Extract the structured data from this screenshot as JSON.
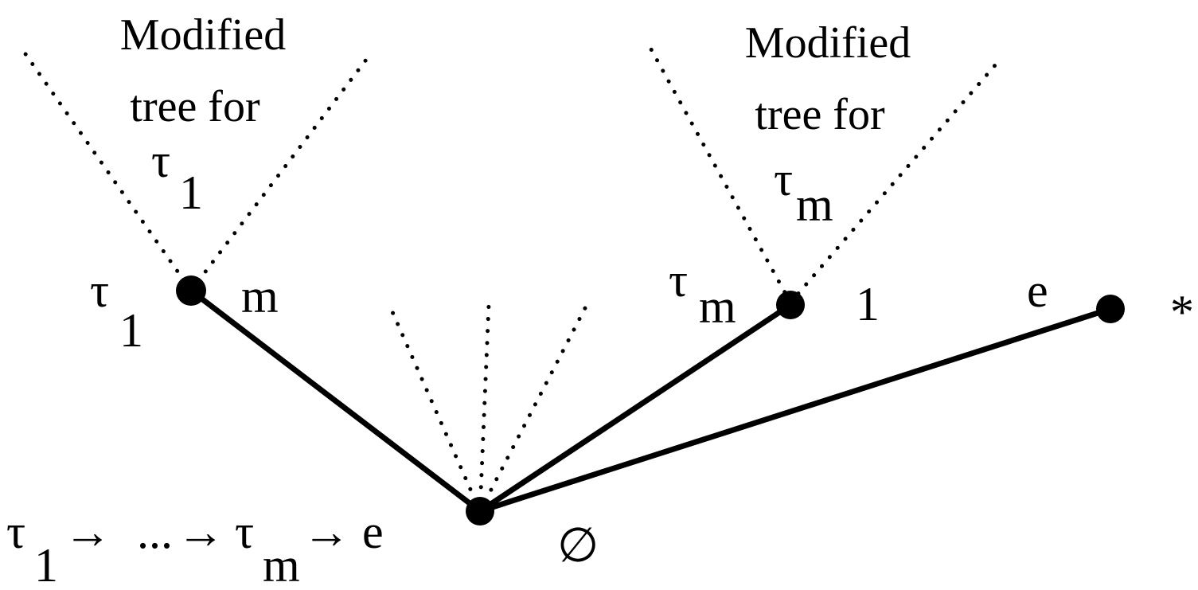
{
  "colors": {
    "ink": "#000000",
    "background": "#ffffff"
  },
  "subtrees": {
    "left": {
      "title_line1": "Modified",
      "title_line2": "tree for",
      "title_symbol": "τ",
      "title_subscript": "1"
    },
    "right": {
      "title_line1": "Modified",
      "title_line2": "tree for",
      "title_symbol": "τ",
      "title_subscript": "m"
    }
  },
  "nodes": {
    "root": {
      "label": "∅"
    },
    "left": {
      "label_symbol": "τ",
      "label_subscript": "1",
      "right_label": "m"
    },
    "middle": {
      "label_symbol": "τ",
      "label_subscript": "m",
      "right_label": "1"
    },
    "end": {
      "label": "e",
      "right_label": "*"
    }
  },
  "sequence": {
    "tau1_symbol": "τ",
    "tau1_subscript": "1",
    "arrow1": "→",
    "dots": "...",
    "arrow2": "→",
    "taum_symbol": "τ",
    "taum_subscript": "m",
    "arrow3": "→",
    "e": "e"
  }
}
